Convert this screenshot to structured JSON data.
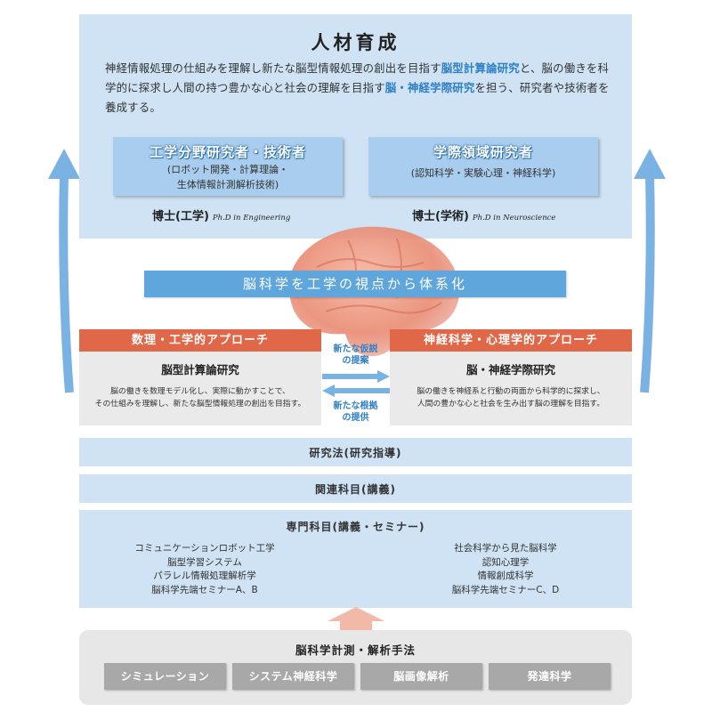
{
  "top": {
    "title": "人材育成",
    "desc": [
      {
        "t": "神経情報処理の仕組みを理解し新たな脳型情報処理の創出を目指す",
        "h": false
      },
      {
        "t": "脳型計算論研究",
        "h": true
      },
      {
        "t": "と、脳の働きを科学的に探求し人間の持つ豊かな心と社会の理解を目指す",
        "h": false
      },
      {
        "t": "脳・神経学際研究",
        "h": true
      },
      {
        "t": "を担う、研究者や技術者を養成する。",
        "h": false
      }
    ],
    "left_role": {
      "title": "工学分野研究者・技術者",
      "sub": [
        "(ロボット開発・計算理論・",
        "生体情報計測解析技術)"
      ],
      "degree": "博士(工学)",
      "degree_en": "Ph.D in Engineering"
    },
    "right_role": {
      "title": "学際領域研究者",
      "sub": [
        "(認知科学・実験心理・神経科学)"
      ],
      "degree": "博士(学術)",
      "degree_en": "Ph.D in Neuroscience"
    }
  },
  "system": "脳科学を工学の視点から体系化",
  "left_approach": {
    "bar": "数理・工学的アプローチ",
    "title": "脳型計算論研究",
    "desc": [
      "脳の働きを数理モデル化し、実際に動かすことで、",
      "その仕組みを理解し、新たな脳型情報処理の創出を目指す。"
    ]
  },
  "right_approach": {
    "bar": "神経科学・心理学的アプローチ",
    "title": "脳・神経学際研究",
    "desc": [
      "脳の働きを神経系と行動の両面から科学的に探求し、",
      "人間の豊かな心と社会を生み出す脳の理解を目指す。"
    ]
  },
  "center": {
    "hypothesis": [
      "新たな仮説",
      "の提案"
    ],
    "evidence": [
      "新たな根拠",
      "の提供"
    ]
  },
  "research_method": "研究法(研究指導)",
  "related_subjects": "関連科目(講義)",
  "special_subjects": {
    "title": "専門科目(講義・セミナー)",
    "left": [
      "コミュニケーションロボット工学",
      "脳型学習システム",
      "パラレル情報処理解析学",
      "脳科学先端セミナーA、B"
    ],
    "right": [
      "社会科学から見た脳科学",
      "認知心理学",
      "情報創成科学",
      "脳科学先端セミナーC、D"
    ]
  },
  "methods": {
    "title": "脳科学計測・解析手法",
    "items": [
      "シミュレーション",
      "システム神経科学",
      "脳画像解析",
      "発達科学"
    ]
  },
  "colors": {
    "panel_blue": "#cfe3f5",
    "accent_blue": "#5fa6dc",
    "approach_red": "#e06748",
    "method_gray": "#a8a8a8",
    "highlight": "#2f7fc4"
  }
}
